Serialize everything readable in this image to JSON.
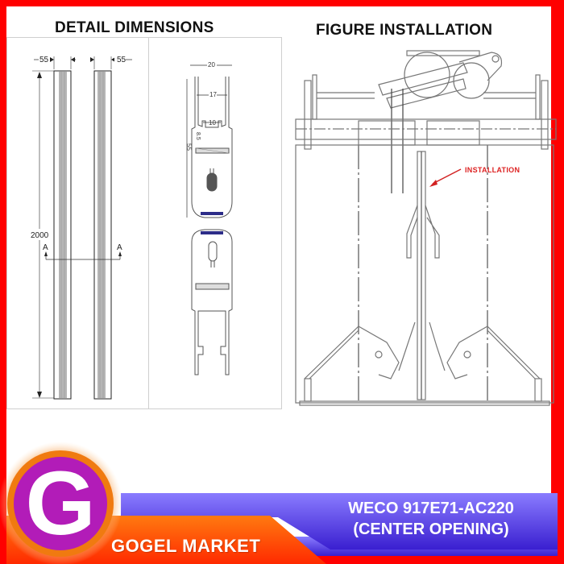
{
  "left_section": {
    "title": "DETAIL DIMENSIONS",
    "front_view": {
      "width_left": "55",
      "width_right": "55",
      "height": "2000",
      "section_mark_left": "A",
      "section_mark_right": "A"
    },
    "profile_view": {
      "outer_width": "20",
      "inner_width": "17",
      "slot_width": "10",
      "slot_depth": "8.5",
      "total_height": "55"
    }
  },
  "right_section": {
    "title": "FIGURE INSTALLATION",
    "callout": "INSTALLATION"
  },
  "branding": {
    "logo_letter": "G",
    "store_name": "GOGEL MARKET",
    "product_line1": "WECO 917E71-AC220",
    "product_line2": "(CENTER OPENING)",
    "colors": {
      "frame_red": "#ff0000",
      "logo_purple": "#b21cb8",
      "logo_orange": "#f07a10",
      "banner_blue": "#5a3fe6",
      "banner_orange": "#f25a0a",
      "callout_red": "#d22222"
    }
  }
}
